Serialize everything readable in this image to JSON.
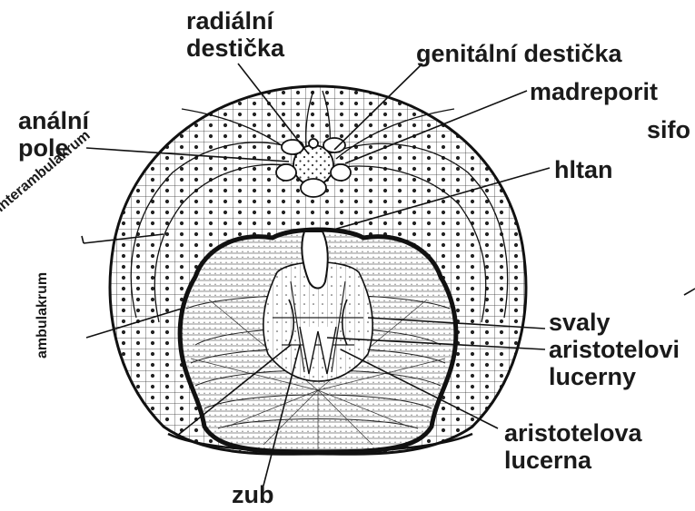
{
  "labels": {
    "radialni": [
      "radiální",
      "destička"
    ],
    "genitalni": "genitální destička",
    "madreporit": "madreporit",
    "sifo": "sifo",
    "analni": [
      "anální",
      "pole"
    ],
    "hltan": "hltan",
    "interambulakrum": "interambulakrum",
    "ambulakrum": "ambulakrum",
    "svaly": [
      "svaly",
      "aristotelovi",
      "lucerny"
    ],
    "aristotelova": [
      "aristotelova",
      "lucerna"
    ],
    "zub": "zub"
  },
  "colors": {
    "ink": "#1a1a1a",
    "background": "#ffffff"
  }
}
